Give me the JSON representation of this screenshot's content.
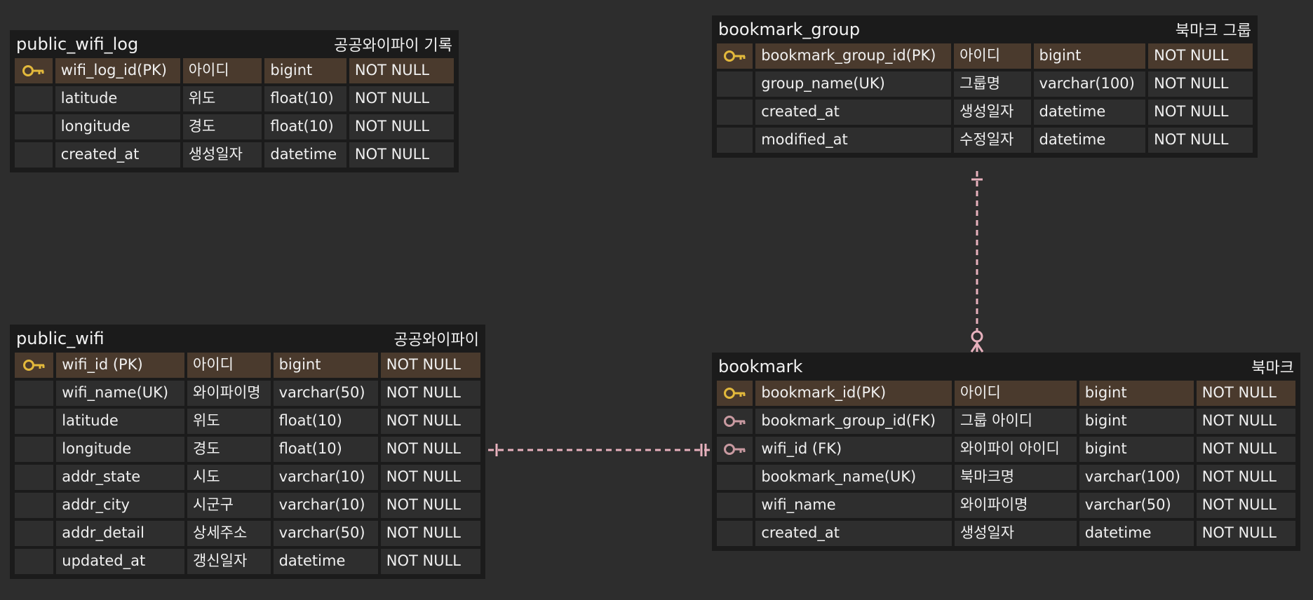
{
  "colors": {
    "background": "#2d2d2d",
    "table_bg": "#1b1b1b",
    "cell_bg": "#2e2e2e",
    "pk_row_bg": "#4a3a2d",
    "pk_key": "#e3b93c",
    "fk_key": "#c99aa1",
    "relation_line": "#e7b1bd"
  },
  "tables": [
    {
      "id": "public_wifi_log",
      "name": "public_wifi_log",
      "desc": "공공와이파이 기록",
      "rows": [
        {
          "key": "pk",
          "col": "wifi_log_id(PK)",
          "ko": "아이디",
          "type": "bigint",
          "null": "NOT NULL"
        },
        {
          "key": "",
          "col": "latitude",
          "ko": "위도",
          "type": "float(10)",
          "null": "NOT NULL"
        },
        {
          "key": "",
          "col": "longitude",
          "ko": "경도",
          "type": "float(10)",
          "null": "NOT NULL"
        },
        {
          "key": "",
          "col": "created_at",
          "ko": "생성일자",
          "type": "datetime",
          "null": "NOT NULL"
        }
      ]
    },
    {
      "id": "bookmark_group",
      "name": "bookmark_group",
      "desc": "북마크 그룹",
      "rows": [
        {
          "key": "pk",
          "col": "bookmark_group_id(PK)",
          "ko": "아이디",
          "type": "bigint",
          "null": "NOT NULL"
        },
        {
          "key": "",
          "col": "group_name(UK)",
          "ko": "그룹명",
          "type": "varchar(100)",
          "null": "NOT NULL"
        },
        {
          "key": "",
          "col": "created_at",
          "ko": "생성일자",
          "type": "datetime",
          "null": "NOT NULL"
        },
        {
          "key": "",
          "col": "modified_at",
          "ko": "수정일자",
          "type": "datetime",
          "null": "NOT NULL"
        }
      ]
    },
    {
      "id": "public_wifi",
      "name": "public_wifi",
      "desc": "공공와이파이",
      "rows": [
        {
          "key": "pk",
          "col": "wifi_id (PK)",
          "ko": "아이디",
          "type": "bigint",
          "null": "NOT NULL"
        },
        {
          "key": "",
          "col": "wifi_name(UK)",
          "ko": "와이파이명",
          "type": "varchar(50)",
          "null": "NOT NULL"
        },
        {
          "key": "",
          "col": "latitude",
          "ko": "위도",
          "type": "float(10)",
          "null": "NOT NULL"
        },
        {
          "key": "",
          "col": "longitude",
          "ko": "경도",
          "type": "float(10)",
          "null": "NOT NULL"
        },
        {
          "key": "",
          "col": "addr_state",
          "ko": "시도",
          "type": "varchar(10)",
          "null": "NOT NULL"
        },
        {
          "key": "",
          "col": "addr_city",
          "ko": "시군구",
          "type": "varchar(10)",
          "null": "NOT NULL"
        },
        {
          "key": "",
          "col": "addr_detail",
          "ko": "상세주소",
          "type": "varchar(50)",
          "null": "NOT NULL"
        },
        {
          "key": "",
          "col": "updated_at",
          "ko": "갱신일자",
          "type": "datetime",
          "null": "NOT NULL"
        }
      ]
    },
    {
      "id": "bookmark",
      "name": "bookmark",
      "desc": "북마크",
      "rows": [
        {
          "key": "pk",
          "col": "bookmark_id(PK)",
          "ko": "아이디",
          "type": "bigint",
          "null": "NOT NULL"
        },
        {
          "key": "fk",
          "col": "bookmark_group_id(FK)",
          "ko": "그룹 아이디",
          "type": "bigint",
          "null": "NOT NULL"
        },
        {
          "key": "fk",
          "col": "wifi_id (FK)",
          "ko": "와이파이 아이디",
          "type": "bigint",
          "null": "NOT NULL"
        },
        {
          "key": "",
          "col": "bookmark_name(UK)",
          "ko": "북마크명",
          "type": "varchar(100)",
          "null": "NOT NULL"
        },
        {
          "key": "",
          "col": "wifi_name",
          "ko": "와이파이명",
          "type": "varchar(50)",
          "null": "NOT NULL"
        },
        {
          "key": "",
          "col": "created_at",
          "ko": "생성일자",
          "type": "datetime",
          "null": "NOT NULL"
        }
      ]
    }
  ],
  "relations": [
    {
      "from": "bookmark_group",
      "to": "bookmark",
      "from_end": "one",
      "to_end": "zero-or-many"
    },
    {
      "from": "public_wifi",
      "to": "bookmark",
      "from_end": "one",
      "to_end": "one-and-only-one"
    }
  ]
}
